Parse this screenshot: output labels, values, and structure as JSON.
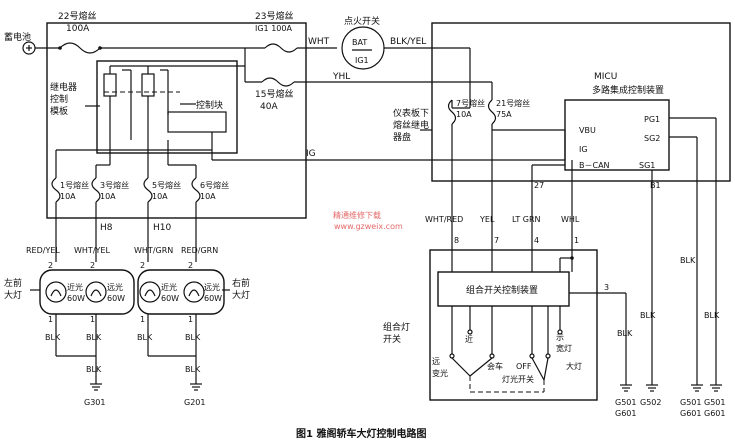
{
  "caption": "图1  雅阁轿车大灯控制电路图",
  "watermark": {
    "line1": "精通维修下载",
    "line2": "www.gzweix.com"
  },
  "battery": {
    "label": "蓄电池"
  },
  "fuses": {
    "f22": {
      "name": "22号熔丝",
      "rating": "100A"
    },
    "f23": {
      "name": "23号熔丝",
      "rating": "IG1 100A"
    },
    "f15": {
      "name": "15号熔丝",
      "rating": "40A"
    },
    "f7": {
      "name": "7号熔丝",
      "rating": "10A"
    },
    "f21": {
      "name": "21号熔丝",
      "rating": "75A"
    },
    "f1": {
      "name": "1号熔丝",
      "rating": "10A"
    },
    "f3": {
      "name": "3号熔丝",
      "rating": "10A"
    },
    "f5": {
      "name": "5号熔丝",
      "rating": "10A"
    },
    "f6": {
      "name": "6号熔丝",
      "rating": "10A"
    }
  },
  "ignition": {
    "title": "点火开关",
    "bat": "BAT",
    "ig1": "IG1"
  },
  "wires": {
    "wht": "WHT",
    "blk_yel": "BLK/YEL",
    "yhl": "YHL",
    "ig": "IG",
    "h8": "H8",
    "h10": "H10",
    "red_yel": "RED/YEL",
    "wht_yel": "WHT/YEL",
    "wht_grn": "WHT/GRN",
    "red_grn": "RED/GRN",
    "wht_red": "WHT/RED",
    "yel": "YEL",
    "lt_grn": "LT GRN",
    "whl": "WHL",
    "blk": "BLK"
  },
  "relay_module": {
    "line1": "继电器",
    "line2": "控制",
    "line3": "模板",
    "control_block": "控制块"
  },
  "dash_box": {
    "line1": "仪表板下",
    "line2": "熔丝继电",
    "line3": "器盘"
  },
  "micu": {
    "title": "MICU",
    "subtitle": "多路集成控制装置",
    "vbu": "VBU",
    "ig": "IG",
    "bcan": "B－CAN",
    "pg1": "PG1",
    "sg2": "SG2",
    "sg1": "SG1",
    "b1": "B1",
    "pin27": "27"
  },
  "headlights": {
    "left_label_1": "左前",
    "left_label_2": "大灯",
    "right_label_1": "右前",
    "right_label_2": "大灯",
    "low": "近光",
    "high": "远光",
    "watt": "60W"
  },
  "pins": {
    "p1": "1",
    "p2": "2",
    "p3": "3",
    "p4": "4",
    "p7": "7",
    "p8": "8"
  },
  "combo_switch": {
    "outer_label_1": "组合灯",
    "outer_label_2": "开关",
    "unit": "组合开关控制装置",
    "near": "近",
    "far_1": "远",
    "far_2": "变光",
    "pass": "会车",
    "off": "OFF",
    "light_switch": "灯光开关",
    "marker_1": "示",
    "marker_2": "宽灯",
    "head": "大灯"
  },
  "grounds": {
    "g301": "G301",
    "g201": "G201",
    "g501_a": "G501",
    "g601_a": "G601",
    "g502": "G502",
    "g501_b": "G501",
    "g601_b": "G601",
    "g501_c": "G501",
    "g601_c": "G601"
  }
}
